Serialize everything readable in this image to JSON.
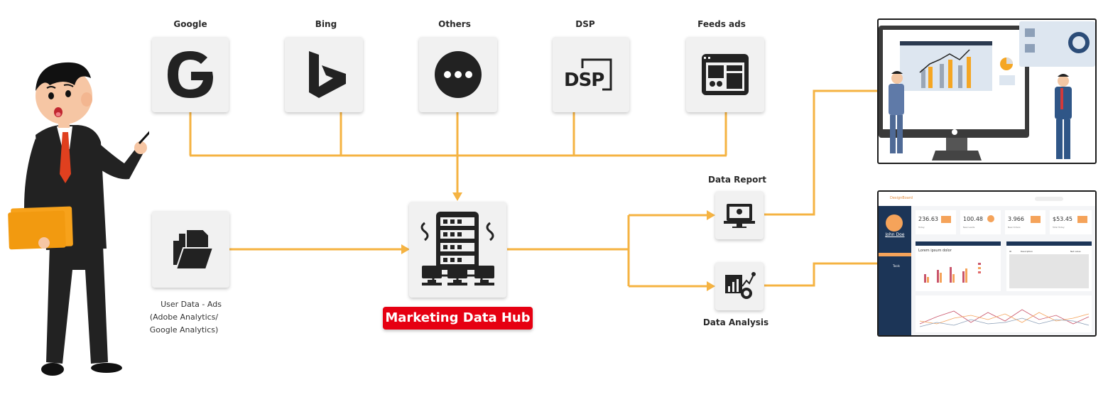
{
  "sources": [
    {
      "label": "Google"
    },
    {
      "label": "Bing"
    },
    {
      "label": "Others"
    },
    {
      "label": "DSP",
      "icon_text": "DSP"
    },
    {
      "label": "Feeds ads"
    }
  ],
  "user_data": {
    "line1": "User Data - Ads",
    "line2": "(Adobe Analytics/",
    "line3": "Google Analytics)"
  },
  "hub": {
    "label": "Marketing Data Hub"
  },
  "outputs": {
    "report": "Data Report",
    "analysis": "Data Analysis"
  },
  "dashboard": {
    "brand": "DesignBoard",
    "user": "John Doe",
    "menu_item": "Tools",
    "stats": [
      {
        "value": "236.63",
        "caption": "Today"
      },
      {
        "value": "100.48",
        "caption": "New Leads"
      },
      {
        "value": "3.966",
        "caption": "New Orders"
      },
      {
        "value": "$53.45",
        "caption": "Total Today"
      }
    ],
    "panel_title": "Lorem ipsum dolor",
    "table_headers": [
      "ID",
      "Description",
      "Net value"
    ]
  },
  "colors": {
    "connector": "#f5b342",
    "hub_badge": "#e60012",
    "icon_dark": "#222222",
    "sidebar_navy": "#1c3557",
    "accent_orange": "#f5a35a"
  },
  "icons": [
    "google-logo-icon",
    "bing-logo-icon",
    "more-dots-icon",
    "dsp-icon",
    "feeds-ads-icon",
    "folder-files-icon",
    "server-rack-icon",
    "report-monitor-icon",
    "analysis-chart-icon"
  ]
}
